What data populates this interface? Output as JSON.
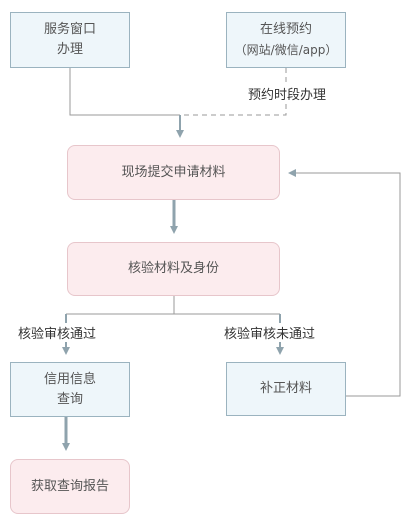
{
  "nodes": {
    "service_window": [
      "服务窗口",
      "办理"
    ],
    "online_booking": [
      "在线预约",
      "（网站/微信/app）"
    ],
    "onsite_submit": "现场提交申请材料",
    "verify": "核验材料及身份",
    "credit_query": [
      "信用信息",
      "查询"
    ],
    "supplement": "补正材料",
    "get_report": "获取查询报告"
  },
  "labels": {
    "booking_slot": "预约时段办理",
    "passed": "核验审核通过",
    "failed": "核验审核未通过"
  },
  "colors": {
    "line": "#9a9a9a",
    "arrow": "#8fa3ad",
    "box_blue": "#eef6fa",
    "box_pink": "#fcecee"
  }
}
